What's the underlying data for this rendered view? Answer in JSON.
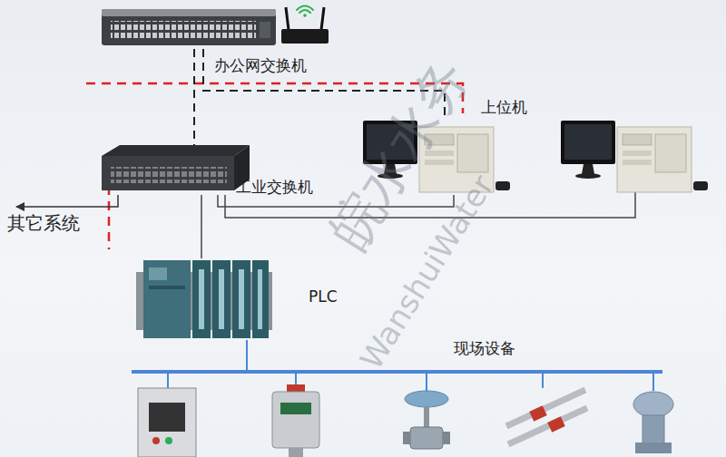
{
  "diagram": {
    "nodes": [
      {
        "text": [
          "办公网交换机"
        ]
      },
      {
        "text": [
          "上位机"
        ]
      },
      {
        "text": [
          "工业交换机"
        ]
      },
      {
        "text": [
          "其它系统"
        ]
      },
      {
        "text": [
          "PLC"
        ]
      },
      {
        "text": [
          "现场设备"
        ]
      }
    ],
    "edges": [
      {
        "from": 0,
        "to": 2,
        "arrow": "none"
      },
      {
        "from": 0,
        "to": 1,
        "arrow": "none"
      },
      {
        "from": 2,
        "to": 1,
        "arrow": "none"
      },
      {
        "from": 2,
        "to": 3,
        "arrow": "to"
      },
      {
        "from": 2,
        "to": 4,
        "arrow": "none"
      },
      {
        "from": 4,
        "to": 5,
        "arrow": "none"
      }
    ],
    "labels": [
      "皖水水务",
      "WanshuiWater"
    ]
  }
}
